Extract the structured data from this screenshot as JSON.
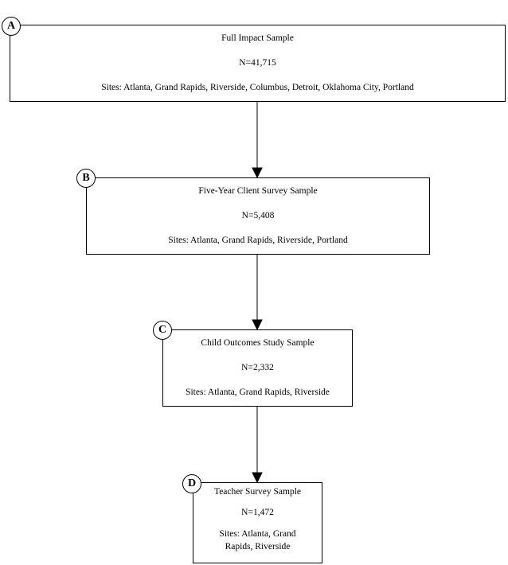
{
  "boxes": {
    "a": {
      "badge": "A",
      "title": "Full Impact Sample",
      "n": "N=41,715",
      "sites": "Sites: Atlanta, Grand Rapids, Riverside, Columbus, Detroit,  Oklahoma City, Portland"
    },
    "b": {
      "badge": "B",
      "title": "Five-Year Client Survey Sample",
      "n": "N=5,408",
      "sites": "Sites: Atlanta, Grand Rapids, Riverside, Portland"
    },
    "c": {
      "badge": "C",
      "title": "Child Outcomes Study Sample",
      "n": "N=2,332",
      "sites": "Sites: Atlanta, Grand Rapids, Riverside"
    },
    "d": {
      "badge": "D",
      "title": "Teacher Survey Sample",
      "n": "N=1,472",
      "sites": "Sites: Atlanta, Grand Rapids, Riverside"
    }
  }
}
